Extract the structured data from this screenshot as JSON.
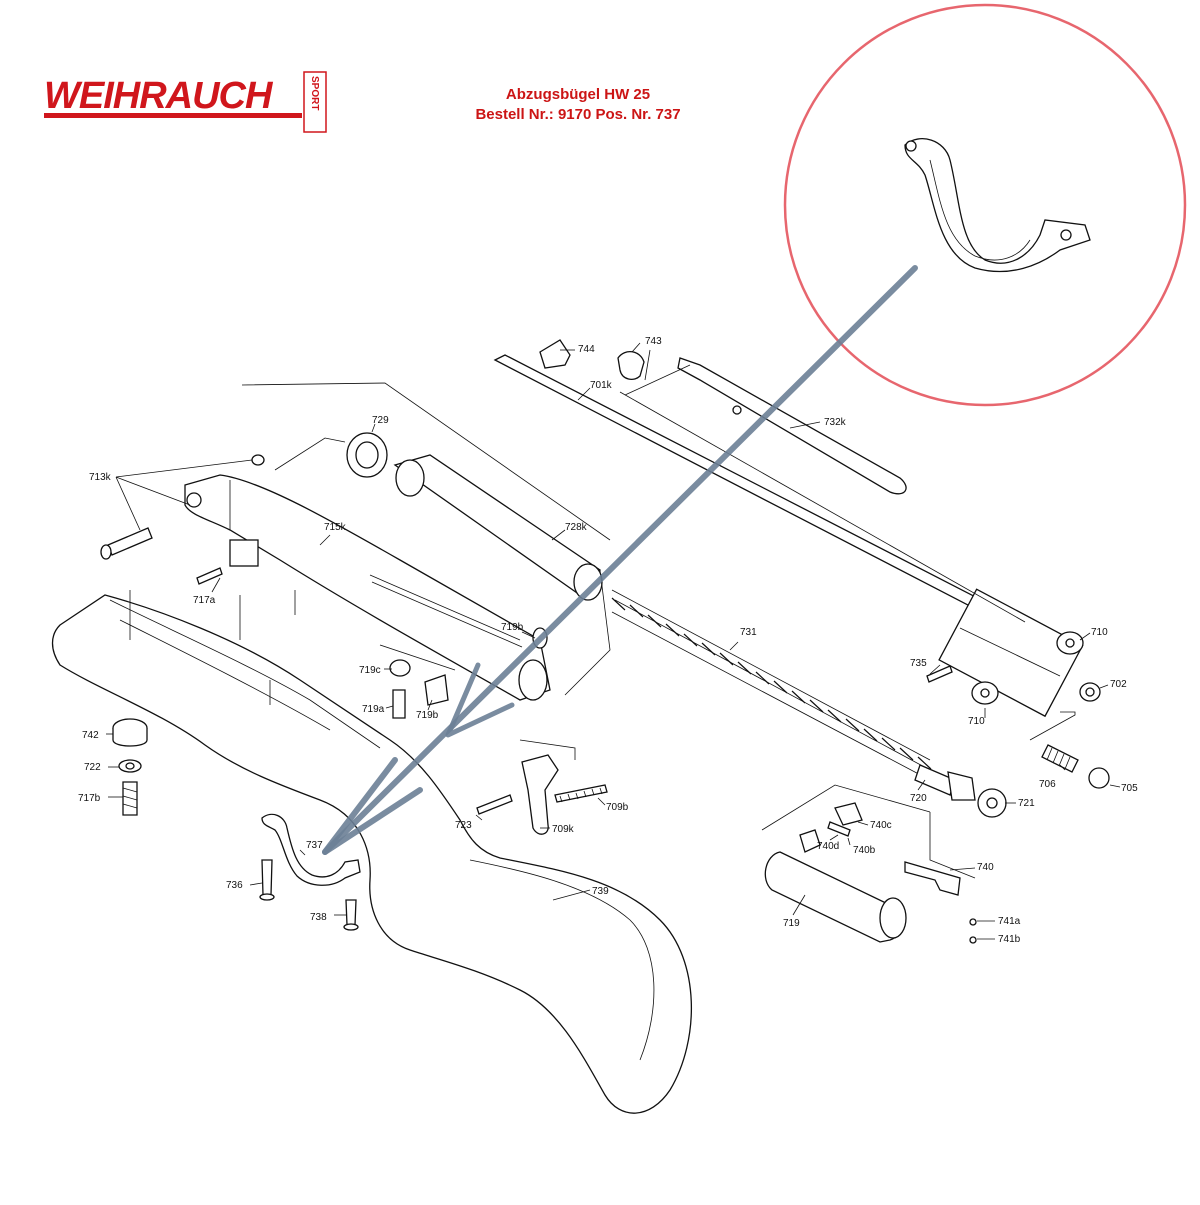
{
  "brand": {
    "name": "WEIHRAUCH",
    "tag": "SPORT",
    "color": "#d0161c"
  },
  "header": {
    "line1": "Abzugsbügel HW 25",
    "line2": "Bestell Nr.: 9170 Pos. Nr. 737",
    "color": "#cc1515"
  },
  "highlight": {
    "part_label": "737",
    "circle_color": "#e34b55",
    "arrow_color": "#6b7f96"
  },
  "labels": {
    "l744": "744",
    "l743": "743",
    "l701k": "701k",
    "l732k": "732k",
    "l729": "729",
    "l713k": "713k",
    "l715k": "715k",
    "l728k": "728k",
    "l717a": "717a",
    "l719b1": "719b",
    "l719c": "719c",
    "l719a": "719a",
    "l719b2": "719b",
    "l731": "731",
    "l710a": "710",
    "l735": "735",
    "l710b": "710",
    "l702": "702",
    "l742": "742",
    "l722": "722",
    "l717b": "717b",
    "l706": "706",
    "l705": "705",
    "l720": "720",
    "l721": "721",
    "l709b": "709b",
    "l723": "723",
    "l709k": "709k",
    "l740c": "740c",
    "l740d": "740d",
    "l740b": "740b",
    "l740": "740",
    "l737": "737",
    "l736": "736",
    "l739": "739",
    "l738": "738",
    "l719": "719",
    "l741a": "741a",
    "l741b": "741b"
  }
}
